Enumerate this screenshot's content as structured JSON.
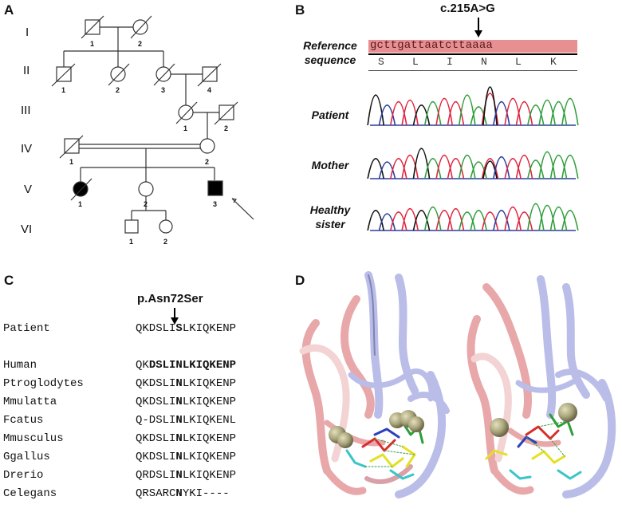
{
  "panels": {
    "a": "A",
    "b": "B",
    "c": "C",
    "d": "D"
  },
  "pedigree": {
    "generations": [
      "I",
      "II",
      "III",
      "IV",
      "V",
      "VI"
    ],
    "individuals": {
      "I": [
        "1",
        "2"
      ],
      "II": [
        "1",
        "2",
        "3",
        "4"
      ],
      "III": [
        "1",
        "2"
      ],
      "IV": [
        "1",
        "2"
      ],
      "V": [
        "1",
        "2",
        "3"
      ],
      "VI": [
        "1",
        "2"
      ]
    }
  },
  "sequencing": {
    "mutation_label": "c.215A>G",
    "reference_label_line1": "Reference",
    "reference_label_line2": "sequence",
    "reference_bases": "gcttgattaatcttaaaa",
    "amino_acids": [
      "S",
      "L",
      "I",
      "N",
      "L",
      "K"
    ],
    "traces": [
      {
        "line1": "Patient",
        "line2": ""
      },
      {
        "line1": "Mother",
        "line2": ""
      },
      {
        "line1": "Healthy",
        "line2": "sister"
      }
    ],
    "trace_colors": {
      "A": "#2f9e3a",
      "C": "#2c3f9e",
      "G": "#111111",
      "T": "#e0263f"
    }
  },
  "alignment": {
    "mutation_label": "p.Asn72Ser",
    "rows": [
      {
        "species": "Patient",
        "pre": "QKDSLI",
        "mark": "S",
        "post": "LKIQKENP",
        "bold_all": false
      },
      {
        "species": "Human",
        "pre": "QK",
        "mark": "DSLINLKIQKENP",
        "post": "",
        "bold_all": true
      },
      {
        "species": "Ptroglodytes",
        "pre": "QKDSLI",
        "mark": "N",
        "post": "LKIQKENP",
        "bold_all": false
      },
      {
        "species": "Mmulatta",
        "pre": "QKDSLI",
        "mark": "N",
        "post": "LKIQKENP",
        "bold_all": false
      },
      {
        "species": "Fcatus",
        "pre": "Q-DSLI",
        "mark": "N",
        "post": "LKIQKENL",
        "bold_all": false
      },
      {
        "species": "Mmusculus",
        "pre": "QKDSLI",
        "mark": "N",
        "post": "LKIQKENP",
        "bold_all": false
      },
      {
        "species": "Ggallus",
        "pre": "QKDSLI",
        "mark": "N",
        "post": "LKIQKENP",
        "bold_all": false
      },
      {
        "species": "Drerio",
        "pre": "QRDSLI",
        "mark": "N",
        "post": "LKIQKENP",
        "bold_all": false
      },
      {
        "species": "Celegans",
        "pre": "QRSARC",
        "mark": "N",
        "post": "YKI----",
        "bold_all": false
      }
    ]
  },
  "structure": {
    "ribbon_colors": {
      "pink": "#e8a8aa",
      "lavender": "#b9bde8",
      "sphere": "#a8a47a"
    }
  }
}
